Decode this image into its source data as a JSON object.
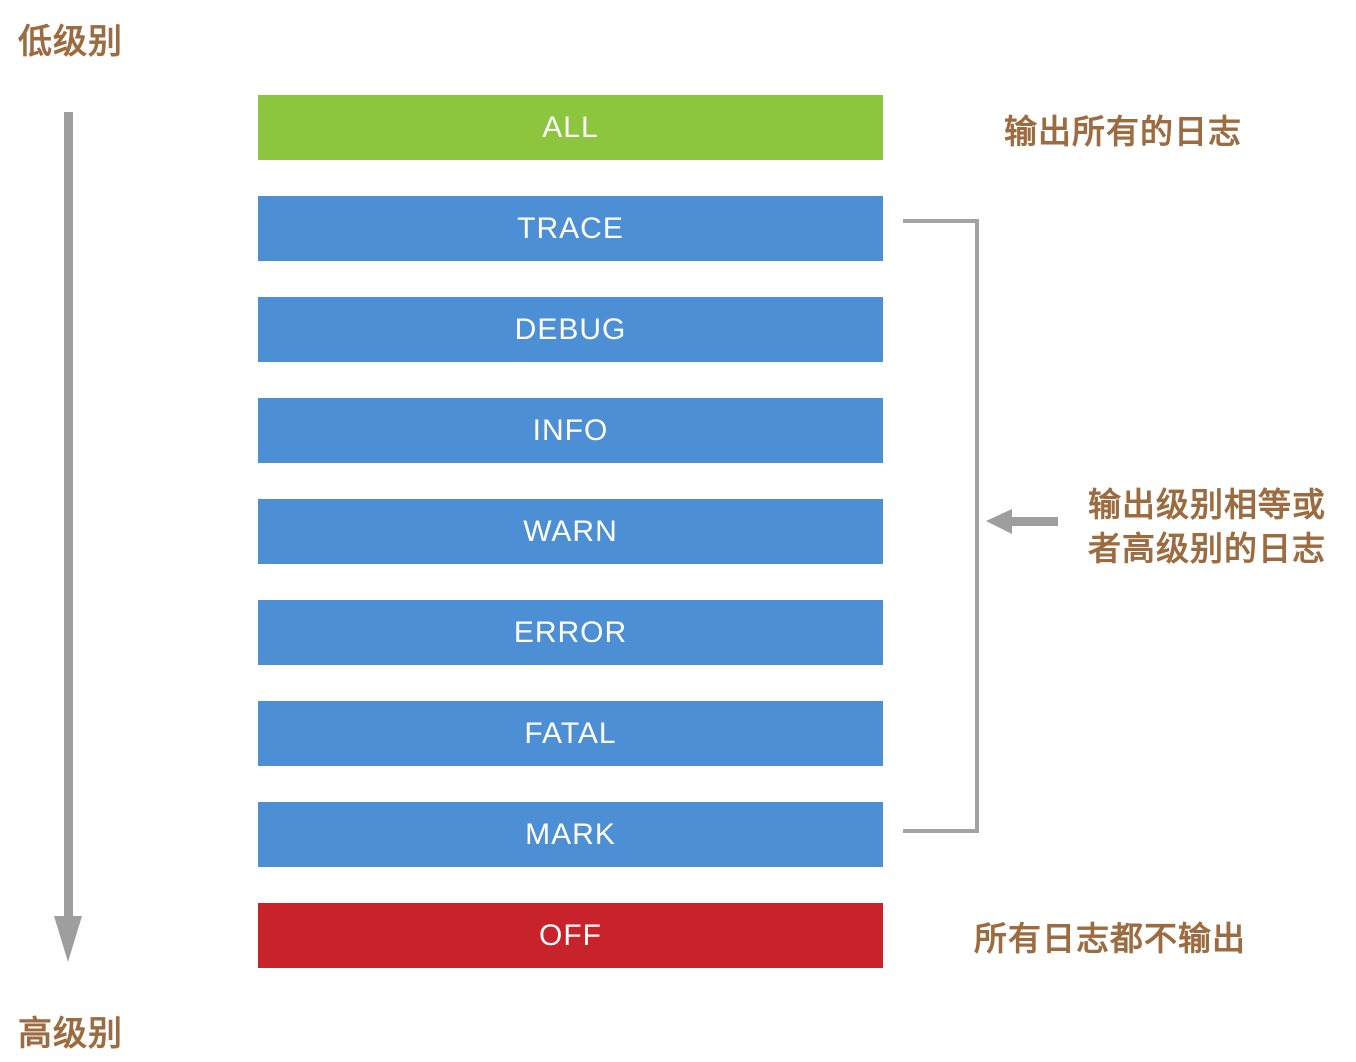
{
  "diagram_title": "log-level-hierarchy",
  "side_labels": {
    "low": "低级别",
    "high": "高级别"
  },
  "levels": [
    {
      "name": "ALL",
      "color": "#8CC63F"
    },
    {
      "name": "TRACE",
      "color": "#4D8FD4"
    },
    {
      "name": "DEBUG",
      "color": "#4D8FD4"
    },
    {
      "name": "INFO",
      "color": "#4D8FD4"
    },
    {
      "name": "WARN",
      "color": "#4D8FD4"
    },
    {
      "name": "ERROR",
      "color": "#4D8FD4"
    },
    {
      "name": "FATAL",
      "color": "#4D8FD4"
    },
    {
      "name": "MARK",
      "color": "#4D8FD4"
    },
    {
      "name": "OFF",
      "color": "#C8232A"
    }
  ],
  "annotations": {
    "all_note": "输出所有的日志",
    "range_note_line1": "输出级别相等或",
    "range_note_line2": "者高级别的日志",
    "off_note": "所有日志都不输出"
  },
  "colors": {
    "green_bar": "#8CC63F",
    "blue_bar": "#4D8FD4",
    "red_bar": "#C8232A",
    "annotation_text": "#9C6B3F",
    "arrow_gray": "#9e9e9e",
    "bracket_gray": "#a3a3a3",
    "bar_label_text": "#ffffff"
  }
}
